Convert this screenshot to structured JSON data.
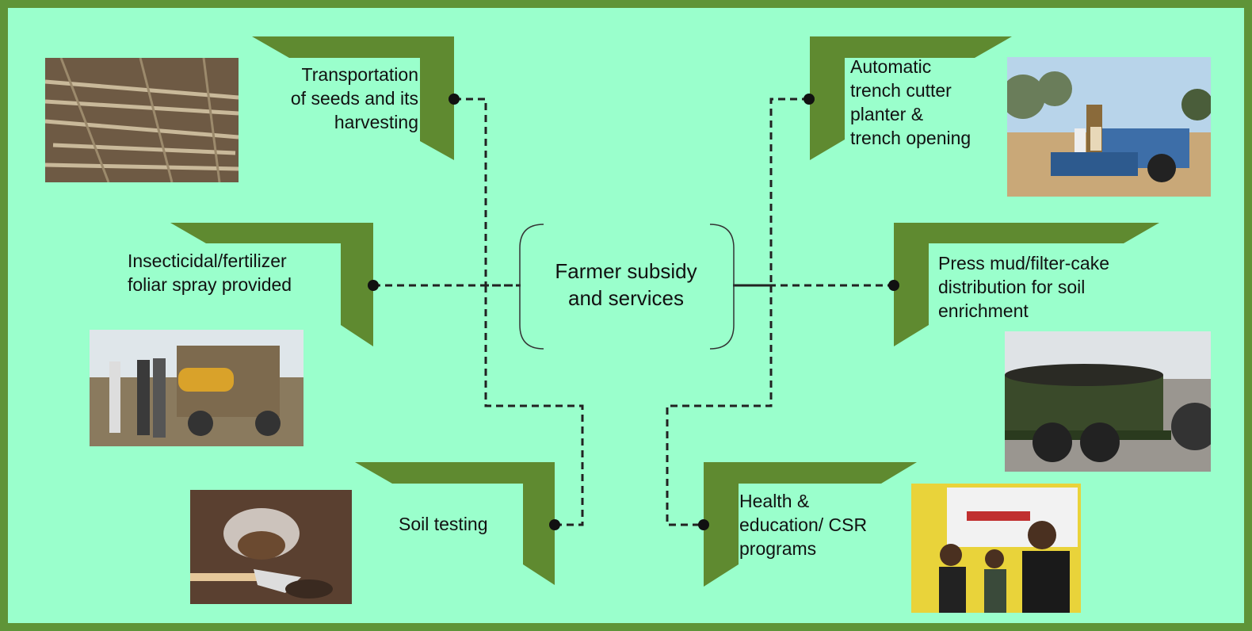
{
  "center": {
    "label": "Farmer subsidy\nand services"
  },
  "services": [
    {
      "id": "transport",
      "label": "Transportation\nof seeds and its\nharvesting"
    },
    {
      "id": "spray",
      "label": "Insecticidal/fertilizer\nfoliar spray provided"
    },
    {
      "id": "soil",
      "label": "Soil testing"
    },
    {
      "id": "trench",
      "label": "Automatic\ntrench cutter\nplanter &\ntrench opening"
    },
    {
      "id": "pressmud",
      "label": "Press mud/filter-cake\ndistribution  for soil\nenrichment"
    },
    {
      "id": "health",
      "label": "Health &\neducation/ CSR\nprograms"
    }
  ],
  "colors": {
    "background": "#9affcc",
    "frame": "#5f9438",
    "shape": "#5f8a30",
    "line": "#222222"
  }
}
